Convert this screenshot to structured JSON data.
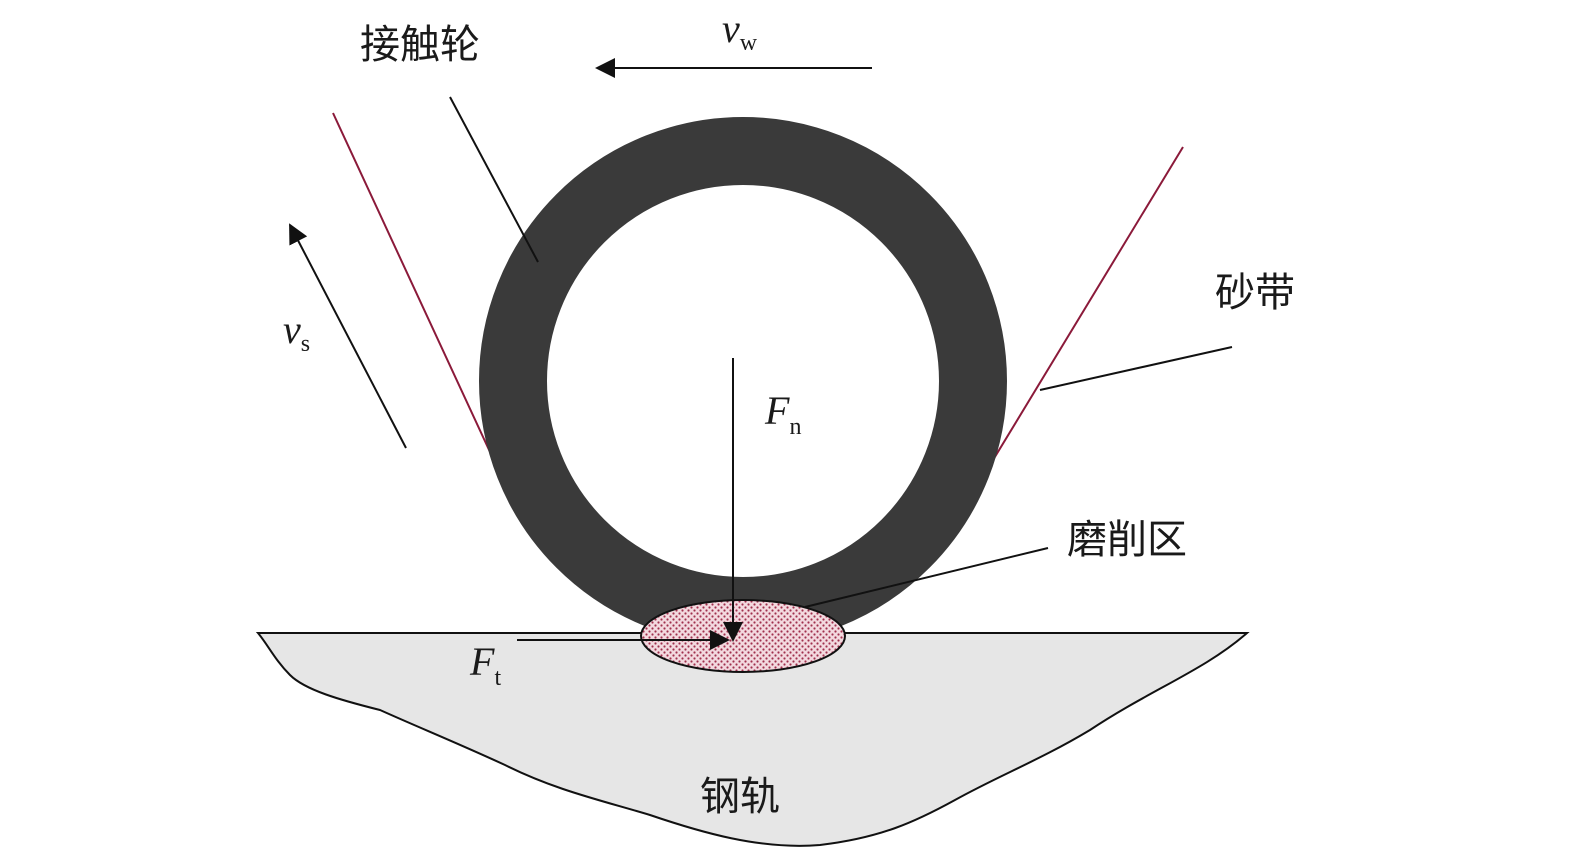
{
  "labels": {
    "contact_wheel": "接触轮",
    "abrasive_belt": "砂带",
    "grinding_zone": "磨削区",
    "rail": "钢轨"
  },
  "velocities": {
    "workpiece": {
      "symbol": "v",
      "subscript": "w"
    },
    "belt": {
      "symbol": "v",
      "subscript": "s"
    }
  },
  "forces": {
    "normal": {
      "symbol": "F",
      "subscript": "n"
    },
    "tangential": {
      "symbol": "F",
      "subscript": "t"
    }
  },
  "colors": {
    "wheel": "#3a3a3a",
    "belt": "#8b1a3a",
    "rail_fill": "#e6e6e6",
    "zone_fill": "#f3d9df",
    "zone_dots": "#a0304d",
    "line": "#111111"
  }
}
